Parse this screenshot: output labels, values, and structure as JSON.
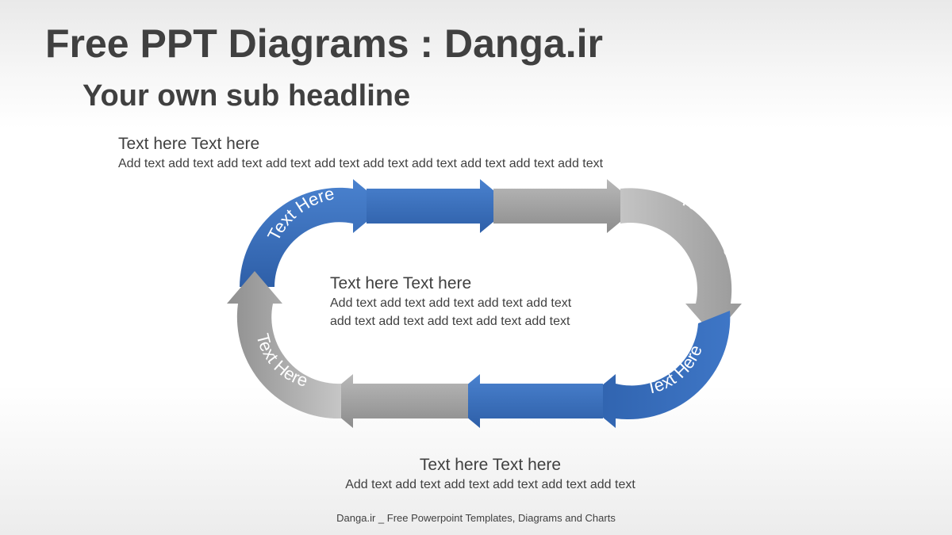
{
  "title": "Free PPT Diagrams : Danga.ir",
  "subtitle": "Your own sub headline",
  "top_block": {
    "heading": "Text here Text here",
    "body": "Add text add text add text add text add text add text add text add text add text add text"
  },
  "center_block": {
    "heading": "Text here Text here",
    "line1": "Add text add text add text add text add text",
    "line2": "add text add text add text add text add text"
  },
  "bottom_block": {
    "heading": "Text here Text here",
    "body": "Add text add text add text add text add text add text"
  },
  "cycle_labels": {
    "top_left": "Text Here",
    "top_right": "Text Here",
    "bottom_right": "Text Here",
    "bottom_left": "Text Here"
  },
  "footer": "Danga.ir _ Free Powerpoint Templates, Diagrams and Charts",
  "colors": {
    "blue": "#3a6fbd",
    "gray": "#9e9e9e",
    "text": "#404040"
  }
}
